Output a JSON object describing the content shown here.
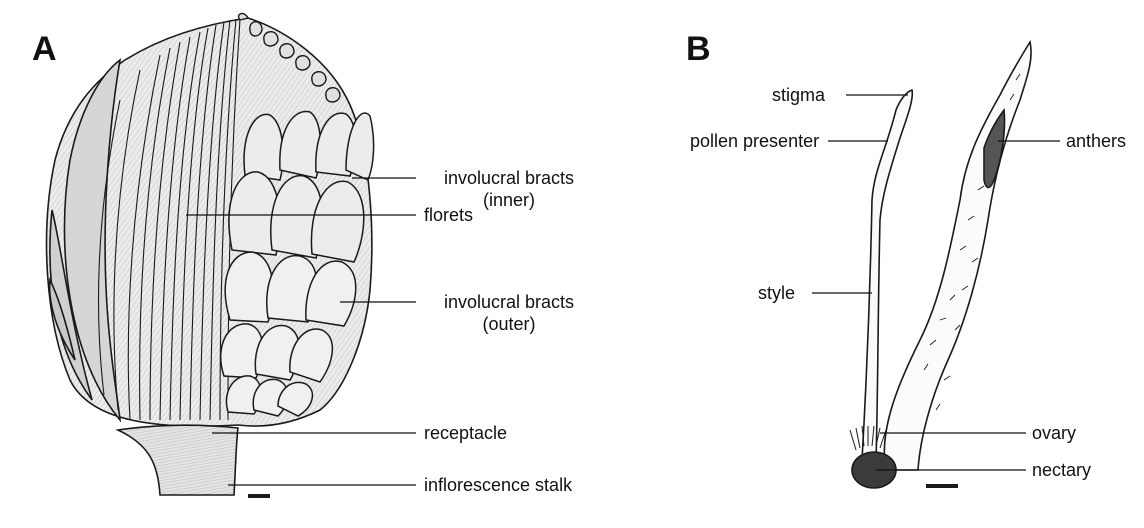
{
  "panels": {
    "a": {
      "letter": "A",
      "labels": {
        "involucral_inner_l1": "involucral bracts",
        "involucral_inner_l2": "(inner)",
        "florets": "florets",
        "involucral_outer_l1": "involucral bracts",
        "involucral_outer_l2": "(outer)",
        "receptacle": "receptacle",
        "stalk": "inflorescence stalk"
      }
    },
    "b": {
      "letter": "B",
      "labels": {
        "stigma": "stigma",
        "pollen_presenter": "pollen presenter",
        "anthers": "anthers",
        "style": "style",
        "ovary": "ovary",
        "nectary": "nectary"
      }
    }
  },
  "colors": {
    "ink": "#1a1a1a",
    "pencil_shade": "#cfcfcf",
    "background": "#ffffff"
  }
}
